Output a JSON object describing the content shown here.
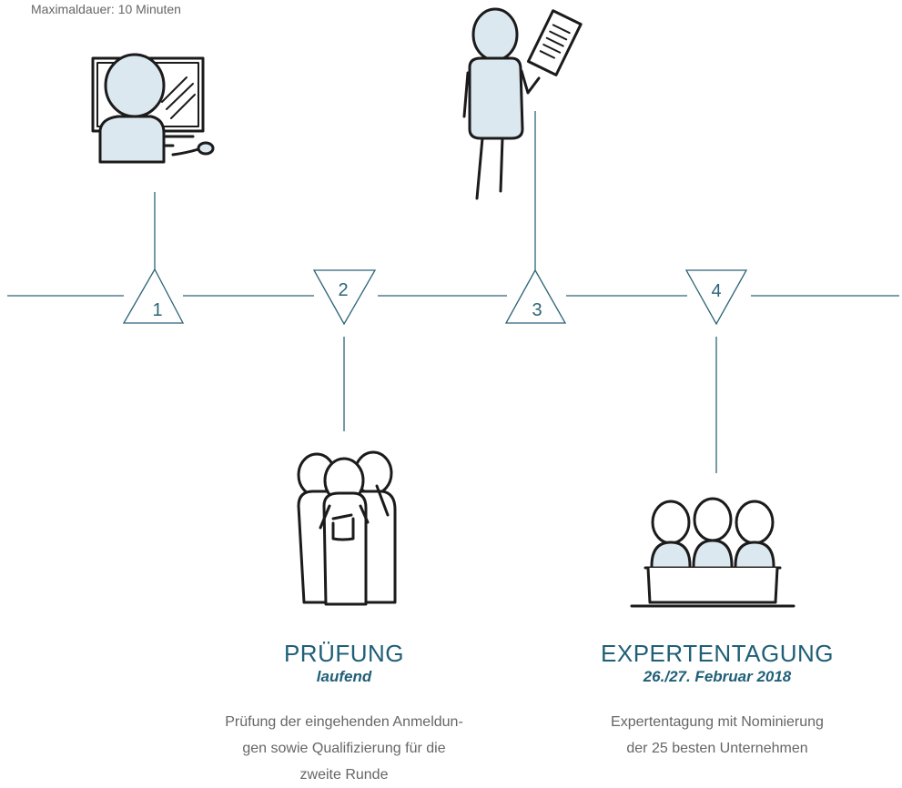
{
  "top_note": "Maximaldauer: 10 Minuten",
  "steps": [
    {
      "number": "1"
    },
    {
      "number": "2"
    },
    {
      "number": "3"
    },
    {
      "number": "4"
    }
  ],
  "stage_pruefung": {
    "title": "PRÜFUNG",
    "subtitle": "laufend",
    "description_lines": [
      "Prüfung der eingehenden Anmeldun-",
      "gen sowie Qualifizierung für die",
      "zweite Runde"
    ]
  },
  "stage_experten": {
    "title": "EXPERTENTAGUNG",
    "subtitle": "26./27. Februar 2018",
    "description_lines": [
      "Expertentagung mit Nominierung",
      "der 25 besten Unternehmen"
    ]
  },
  "colors": {
    "line": "#2c6577",
    "accent_text": "#1f5f77",
    "figure_fill": "#dce8ef",
    "figure_stroke": "#1b1b1b"
  },
  "icons": [
    "person-at-computer-icon",
    "person-holding-document-icon",
    "group-of-people-icon",
    "jury-panel-icon"
  ]
}
